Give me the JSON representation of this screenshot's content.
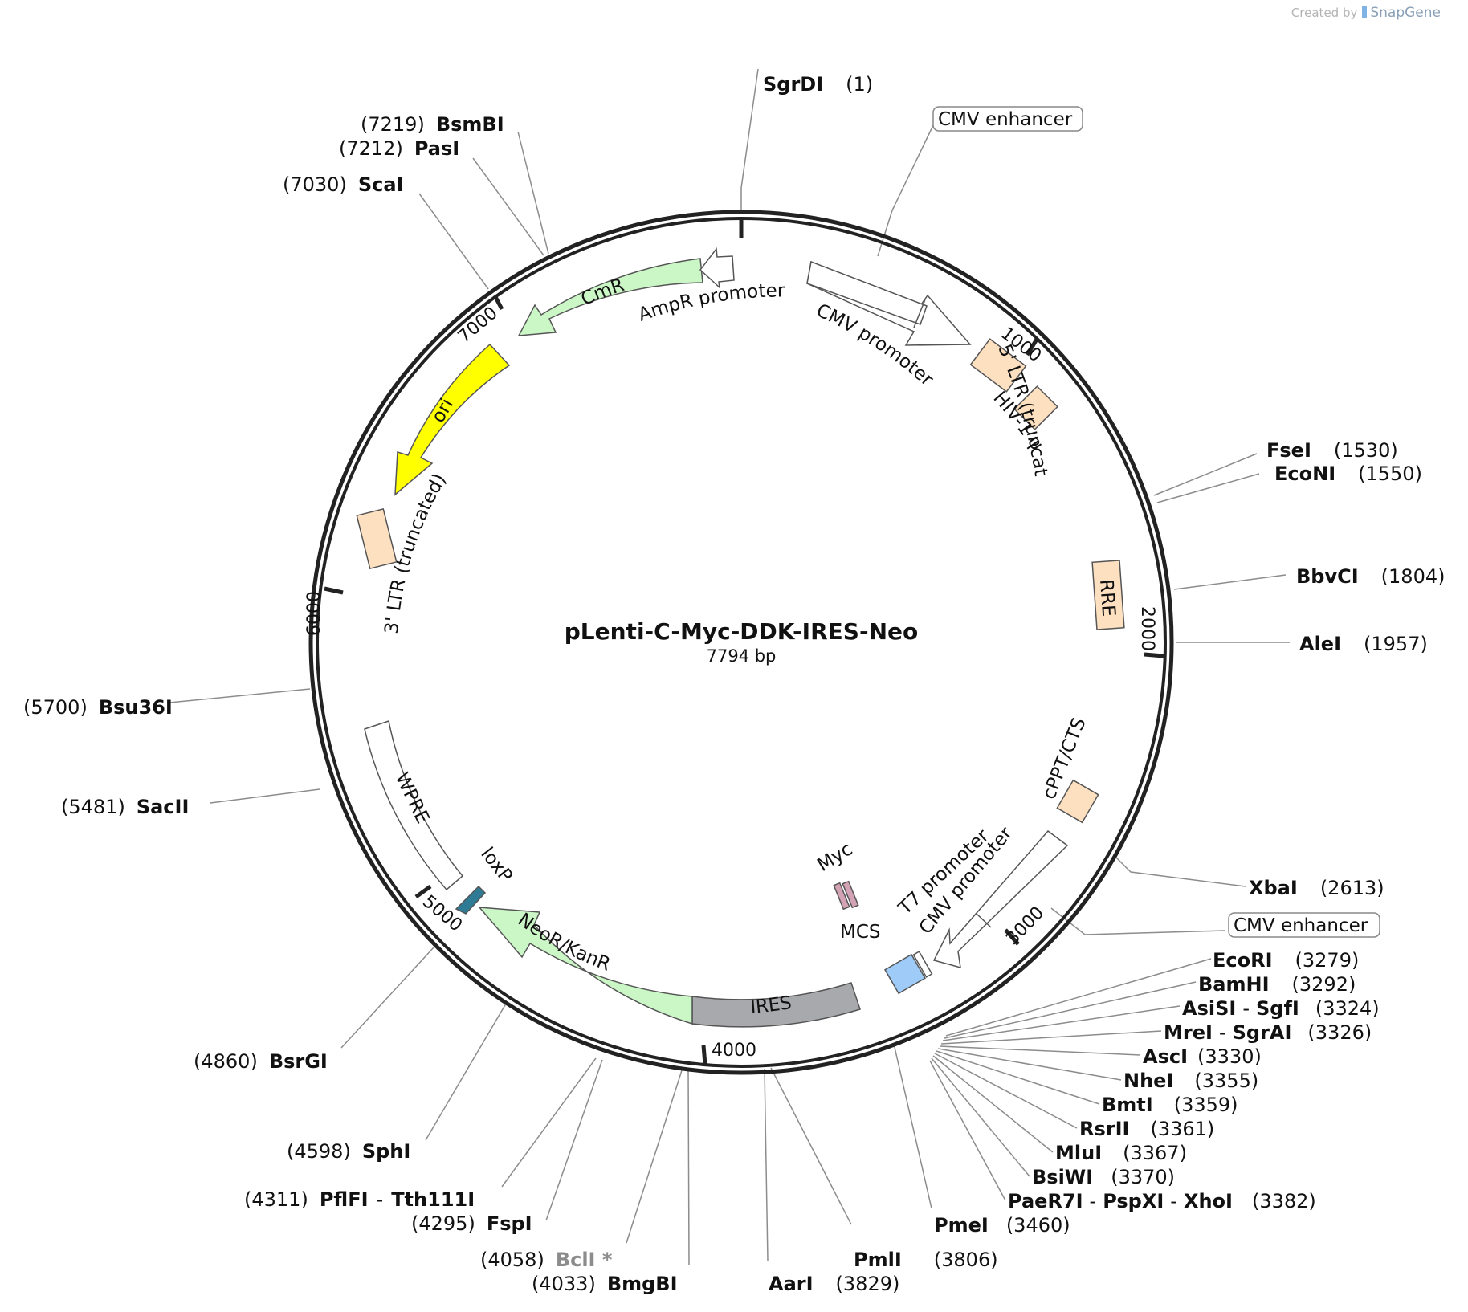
{
  "credit": {
    "prefix": "Created by",
    "brand": "SnapGene"
  },
  "plasmid": {
    "name": "pLenti-C-Myc-DDK-IRES-Neo",
    "size_label": "7794 bp",
    "length": 7794
  },
  "ticks": [
    "1000",
    "2000",
    "3000",
    "4000",
    "5000",
    "6000",
    "7000"
  ],
  "features": [
    {
      "label": "CMV enhancer",
      "color": "#ffffff",
      "kind": "arrow"
    },
    {
      "label": "CMV promoter",
      "color": "#ffffff",
      "kind": "arrow"
    },
    {
      "label": "5' LTR (truncated)",
      "color": "#fde0c0",
      "kind": "box"
    },
    {
      "label": "HIV-1 ψ",
      "color": "#fde0c0",
      "kind": "box"
    },
    {
      "label": "RRE",
      "color": "#fde0c0",
      "kind": "box"
    },
    {
      "label": "cPPT/CTS",
      "color": "#fde0c0",
      "kind": "box"
    },
    {
      "label": "CMV enhancer",
      "color": "#ffffff",
      "kind": "arrow"
    },
    {
      "label": "CMV promoter",
      "color": "#ffffff",
      "kind": "arrow"
    },
    {
      "label": "T7 promoter",
      "color": "#ffffff",
      "kind": "arrow"
    },
    {
      "label": "MCS",
      "color": "#9ecbf7",
      "kind": "box"
    },
    {
      "label": "Myc",
      "color": "#d3a3b5",
      "kind": "box"
    },
    {
      "label": "IRES",
      "color": "#a7a9ad",
      "kind": "box"
    },
    {
      "label": "NeoR/KanR",
      "color": "#cbf7c7",
      "kind": "arrow"
    },
    {
      "label": "loxP",
      "color": "#2f7a94",
      "kind": "arrow"
    },
    {
      "label": "WPRE",
      "color": "#ffffff",
      "kind": "box"
    },
    {
      "label": "3' LTR (truncated)",
      "color": "#fde0c0",
      "kind": "box"
    },
    {
      "label": "ori",
      "color": "#ffff00",
      "kind": "arrow"
    },
    {
      "label": "CmR",
      "color": "#cbf7c7",
      "kind": "arrow"
    },
    {
      "label": "AmpR promoter",
      "color": "#ffffff",
      "kind": "arrow"
    }
  ],
  "enzymes": [
    {
      "names": [
        "SgrDI"
      ],
      "pos": "(1)"
    },
    {
      "names": [
        "FseI"
      ],
      "pos": "(1530)"
    },
    {
      "names": [
        "EcoNI"
      ],
      "pos": "(1550)"
    },
    {
      "names": [
        "BbvCI"
      ],
      "pos": "(1804)"
    },
    {
      "names": [
        "AleI"
      ],
      "pos": "(1957)"
    },
    {
      "names": [
        "XbaI"
      ],
      "pos": "(2613)"
    },
    {
      "names": [
        "EcoRI"
      ],
      "pos": "(3279)"
    },
    {
      "names": [
        "BamHI"
      ],
      "pos": "(3292)"
    },
    {
      "names": [
        "AsiSI",
        "SgfI"
      ],
      "pos": "(3324)"
    },
    {
      "names": [
        "MreI",
        "SgrAI"
      ],
      "pos": "(3326)"
    },
    {
      "names": [
        "AscI"
      ],
      "pos": "(3330)"
    },
    {
      "names": [
        "NheI"
      ],
      "pos": "(3355)"
    },
    {
      "names": [
        "BmtI"
      ],
      "pos": "(3359)"
    },
    {
      "names": [
        "RsrII"
      ],
      "pos": "(3361)"
    },
    {
      "names": [
        "MluI"
      ],
      "pos": "(3367)"
    },
    {
      "names": [
        "BsiWI"
      ],
      "pos": "(3370)"
    },
    {
      "names": [
        "PaeR7I",
        "PspXI",
        "XhoI"
      ],
      "pos": "(3382)"
    },
    {
      "names": [
        "PmeI"
      ],
      "pos": "(3460)"
    },
    {
      "names": [
        "PmlI"
      ],
      "pos": "(3806)"
    },
    {
      "names": [
        "AarI"
      ],
      "pos": "(3829)"
    },
    {
      "names": [
        "BmgBI"
      ],
      "pos": "(4033)"
    },
    {
      "names": [
        "BclI *"
      ],
      "pos": "(4058)",
      "gray": true
    },
    {
      "names": [
        "FspI"
      ],
      "pos": "(4295)"
    },
    {
      "names": [
        "PflFI",
        "Tth111I"
      ],
      "pos": "(4311)"
    },
    {
      "names": [
        "SphI"
      ],
      "pos": "(4598)"
    },
    {
      "names": [
        "BsrGI"
      ],
      "pos": "(4860)"
    },
    {
      "names": [
        "SacII"
      ],
      "pos": "(5481)"
    },
    {
      "names": [
        "Bsu36I"
      ],
      "pos": "(5700)"
    },
    {
      "names": [
        "ScaI"
      ],
      "pos": "(7030)"
    },
    {
      "names": [
        "PasI"
      ],
      "pos": "(7212)"
    },
    {
      "names": [
        "BsmBI"
      ],
      "pos": "(7219)"
    }
  ],
  "colors": {
    "backbone": "#222222",
    "leader": "#8c8c8c",
    "gray_enzyme": "#8c8c8c"
  }
}
